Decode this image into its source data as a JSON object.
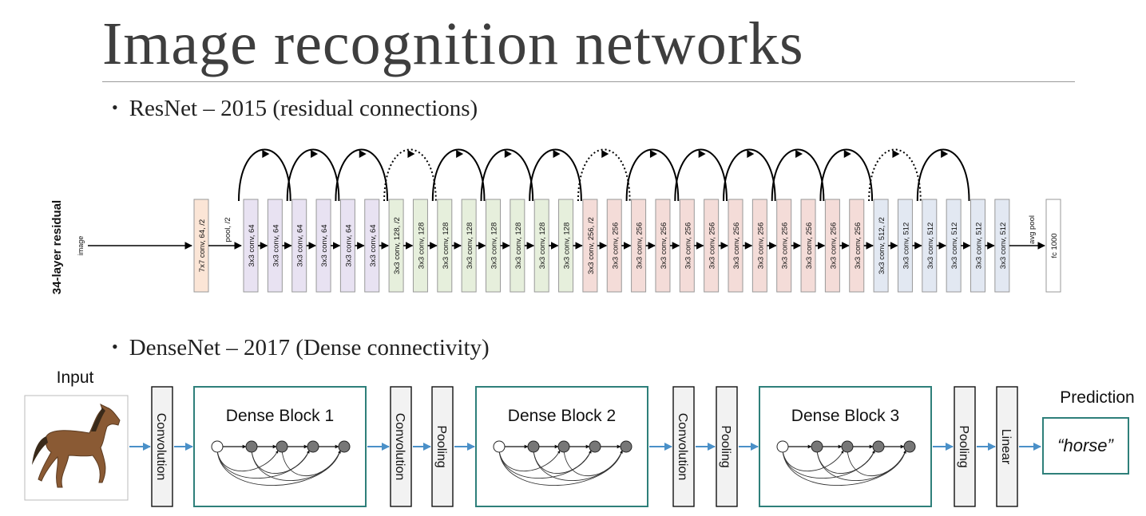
{
  "slide": {
    "title": "Image recognition networks",
    "bullets": [
      "ResNet – 2015 (residual connections)",
      "DenseNet – 2017 (Dense connectivity)"
    ]
  },
  "resnet": {
    "side_label": "34-layer residual",
    "input_label": "image",
    "first_layer": "7x7 conv, 64, /2",
    "pool_label": "pool, /2",
    "layers": [
      {
        "label": "3x3 conv, 64",
        "color": "#e8e2f2"
      },
      {
        "label": "3x3 conv, 64",
        "color": "#e8e2f2"
      },
      {
        "label": "3x3 conv, 64",
        "color": "#e8e2f2"
      },
      {
        "label": "3x3 conv, 64",
        "color": "#e8e2f2"
      },
      {
        "label": "3x3 conv, 64",
        "color": "#e8e2f2"
      },
      {
        "label": "3x3 conv, 64",
        "color": "#e8e2f2"
      },
      {
        "label": "3x3 conv, 128, /2",
        "color": "#e6efdc"
      },
      {
        "label": "3x3 conv, 128",
        "color": "#e6efdc"
      },
      {
        "label": "3x3 conv, 128",
        "color": "#e6efdc"
      },
      {
        "label": "3x3 conv, 128",
        "color": "#e6efdc"
      },
      {
        "label": "3x3 conv, 128",
        "color": "#e6efdc"
      },
      {
        "label": "3x3 conv, 128",
        "color": "#e6efdc"
      },
      {
        "label": "3x3 conv, 128",
        "color": "#e6efdc"
      },
      {
        "label": "3x3 conv, 128",
        "color": "#e6efdc"
      },
      {
        "label": "3x3 conv, 256, /2",
        "color": "#f4dcd8"
      },
      {
        "label": "3x3 conv, 256",
        "color": "#f4dcd8"
      },
      {
        "label": "3x3 conv, 256",
        "color": "#f4dcd8"
      },
      {
        "label": "3x3 conv, 256",
        "color": "#f4dcd8"
      },
      {
        "label": "3x3 conv, 256",
        "color": "#f4dcd8"
      },
      {
        "label": "3x3 conv, 256",
        "color": "#f4dcd8"
      },
      {
        "label": "3x3 conv, 256",
        "color": "#f4dcd8"
      },
      {
        "label": "3x3 conv, 256",
        "color": "#f4dcd8"
      },
      {
        "label": "3x3 conv, 256",
        "color": "#f4dcd8"
      },
      {
        "label": "3x3 conv, 256",
        "color": "#f4dcd8"
      },
      {
        "label": "3x3 conv, 256",
        "color": "#f4dcd8"
      },
      {
        "label": "3x3 conv, 256",
        "color": "#f4dcd8"
      },
      {
        "label": "3x3 conv, 512, /2",
        "color": "#e2e8f2"
      },
      {
        "label": "3x3 conv, 512",
        "color": "#e2e8f2"
      },
      {
        "label": "3x3 conv, 512",
        "color": "#e2e8f2"
      },
      {
        "label": "3x3 conv, 512",
        "color": "#e2e8f2"
      },
      {
        "label": "3x3 conv, 512",
        "color": "#e2e8f2"
      },
      {
        "label": "3x3 conv, 512",
        "color": "#e2e8f2"
      }
    ],
    "skips": [
      {
        "from": 0,
        "dashed": false
      },
      {
        "from": 2,
        "dashed": false
      },
      {
        "from": 4,
        "dashed": false
      },
      {
        "from": 6,
        "dashed": true
      },
      {
        "from": 8,
        "dashed": false
      },
      {
        "from": 10,
        "dashed": false
      },
      {
        "from": 12,
        "dashed": false
      },
      {
        "from": 14,
        "dashed": true
      },
      {
        "from": 16,
        "dashed": false
      },
      {
        "from": 18,
        "dashed": false
      },
      {
        "from": 20,
        "dashed": false
      },
      {
        "from": 22,
        "dashed": false
      },
      {
        "from": 24,
        "dashed": false
      },
      {
        "from": 26,
        "dashed": true
      },
      {
        "from": 28,
        "dashed": false
      },
      {
        "from": 30,
        "dashed": false
      }
    ],
    "avg_pool_label": "avg pool",
    "fc_label": "fc 1000",
    "first_layer_color": "#fbe5d6"
  },
  "densenet": {
    "input_label": "Input",
    "prediction_label": "Prediction",
    "prediction_value": "“horse”",
    "stages": [
      {
        "kind": "layer",
        "label": "Convolution"
      },
      {
        "kind": "block",
        "label": "Dense Block 1"
      },
      {
        "kind": "layer",
        "label": "Convolution"
      },
      {
        "kind": "layer",
        "label": "Pooling"
      },
      {
        "kind": "block",
        "label": "Dense Block 2"
      },
      {
        "kind": "layer",
        "label": "Convolution"
      },
      {
        "kind": "layer",
        "label": "Pooling"
      },
      {
        "kind": "block",
        "label": "Dense Block 3"
      },
      {
        "kind": "layer",
        "label": "Pooling"
      },
      {
        "kind": "layer",
        "label": "Linear"
      }
    ],
    "block_color": "#2e7f7a",
    "arrow_color": "#4a90c8"
  }
}
